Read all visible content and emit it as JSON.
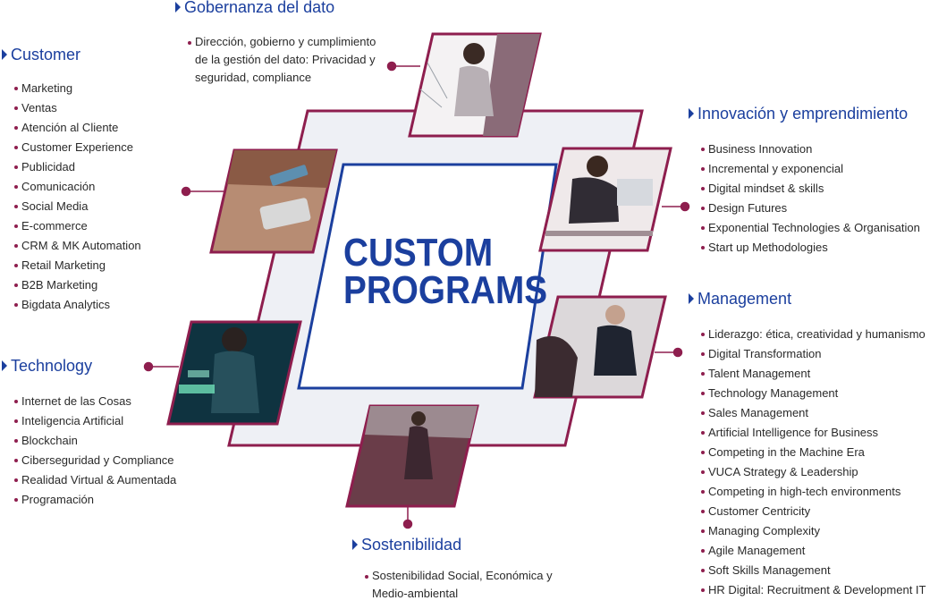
{
  "center": {
    "line1": "CUSTOM",
    "line2": "PROGRAMS"
  },
  "colors": {
    "accent": "#8e1e4e",
    "title_blue": "#1b3f9e",
    "frame_fill": "#eef0f5"
  },
  "sections": {
    "gobernanza": {
      "title": "Gobernanza del dato",
      "items": [
        "Dirección, gobierno y cumplimiento de la gestión del dato: Privacidad y seguridad, compliance"
      ]
    },
    "customer": {
      "title": "Customer",
      "items": [
        "Marketing",
        "Ventas",
        "Atención al Cliente",
        "Customer Experience",
        "Publicidad",
        "Comunicación",
        "Social Media",
        "E-commerce",
        "CRM & MK Automation",
        "Retail Marketing",
        "B2B Marketing",
        "Bigdata Analytics"
      ]
    },
    "technology": {
      "title": "Technology",
      "items": [
        "Internet de las Cosas",
        "Inteligencia Artificial",
        "Blockchain",
        "Ciberseguridad y Compliance",
        "Realidad Virtual & Aumentada",
        "Programación"
      ]
    },
    "innovacion": {
      "title": "Innovación y emprendimiento",
      "items": [
        "Business Innovation",
        "Incremental y exponencial",
        "Digital mindset & skills",
        "Design Futures",
        "Exponential Technologies & Organisation",
        "Start up Methodologies"
      ]
    },
    "management": {
      "title": "Management",
      "items": [
        "Liderazgo: ética, creatividad y humanismo",
        "Digital Transformation",
        "Talent Management",
        "Technology Management",
        "Sales Management",
        "Artificial Intelligence for Business",
        "Competing in the Machine Era",
        "VUCA Strategy & Leadership",
        "Competing in high-tech environments",
        "Customer Centricity",
        "Managing Complexity",
        "Agile Management",
        "Soft Skills Management",
        "HR Digital: Recruitment & Development IT"
      ]
    },
    "sostenibilidad": {
      "title": "Sostenibilidad",
      "items": [
        "Sostenibilidad Social, Económica y Medio-ambiental"
      ]
    }
  }
}
